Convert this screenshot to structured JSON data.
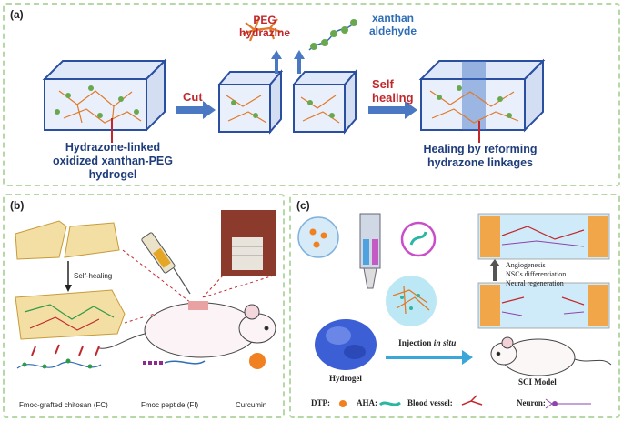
{
  "panel_a": {
    "label": "(a)",
    "peg_line1": "PEG",
    "peg_line2": "hydrazine",
    "xan_line1": "xanthan",
    "xan_line2": "aldehyde",
    "cut": "Cut",
    "self_line1": "Self",
    "self_line2": "healing",
    "left_line1": "Hydrazone-linked",
    "left_line2": "oxidized xanthan-PEG",
    "left_line3": "hydrogel",
    "right_line1": "Healing by reforming",
    "right_line2": "hydrazone linkages"
  },
  "panel_b": {
    "label": "(b)",
    "self_healing": "Self-healing",
    "fc": "Fmoc-grafted chitosan (FC)",
    "fi": "Fmoc peptide (FI)",
    "curcumin": "Curcumin"
  },
  "panel_c": {
    "label": "(c)",
    "angio": "Angiogenesis",
    "nsc": "NSCs differentiation",
    "neural": "Neural regeneration",
    "injection": "Injection",
    "in_situ": "in situ",
    "hydrogel": "Hydrogel",
    "sci": "SCI Model",
    "dtp": "DTP:",
    "aha": "AHA:",
    "blood": "Blood vessel:",
    "neuron": "Neuron:"
  },
  "colors": {
    "panel_border": "#b5d8a6",
    "red_text": "#c0282d",
    "blue_text": "#2f6db5",
    "navy_text": "#1f3d7a",
    "arrow_blue": "#4a78c2",
    "cube_edge": "#2a4fa0",
    "orange_network": "#e07a2a",
    "green_bead": "#6aa84f"
  }
}
